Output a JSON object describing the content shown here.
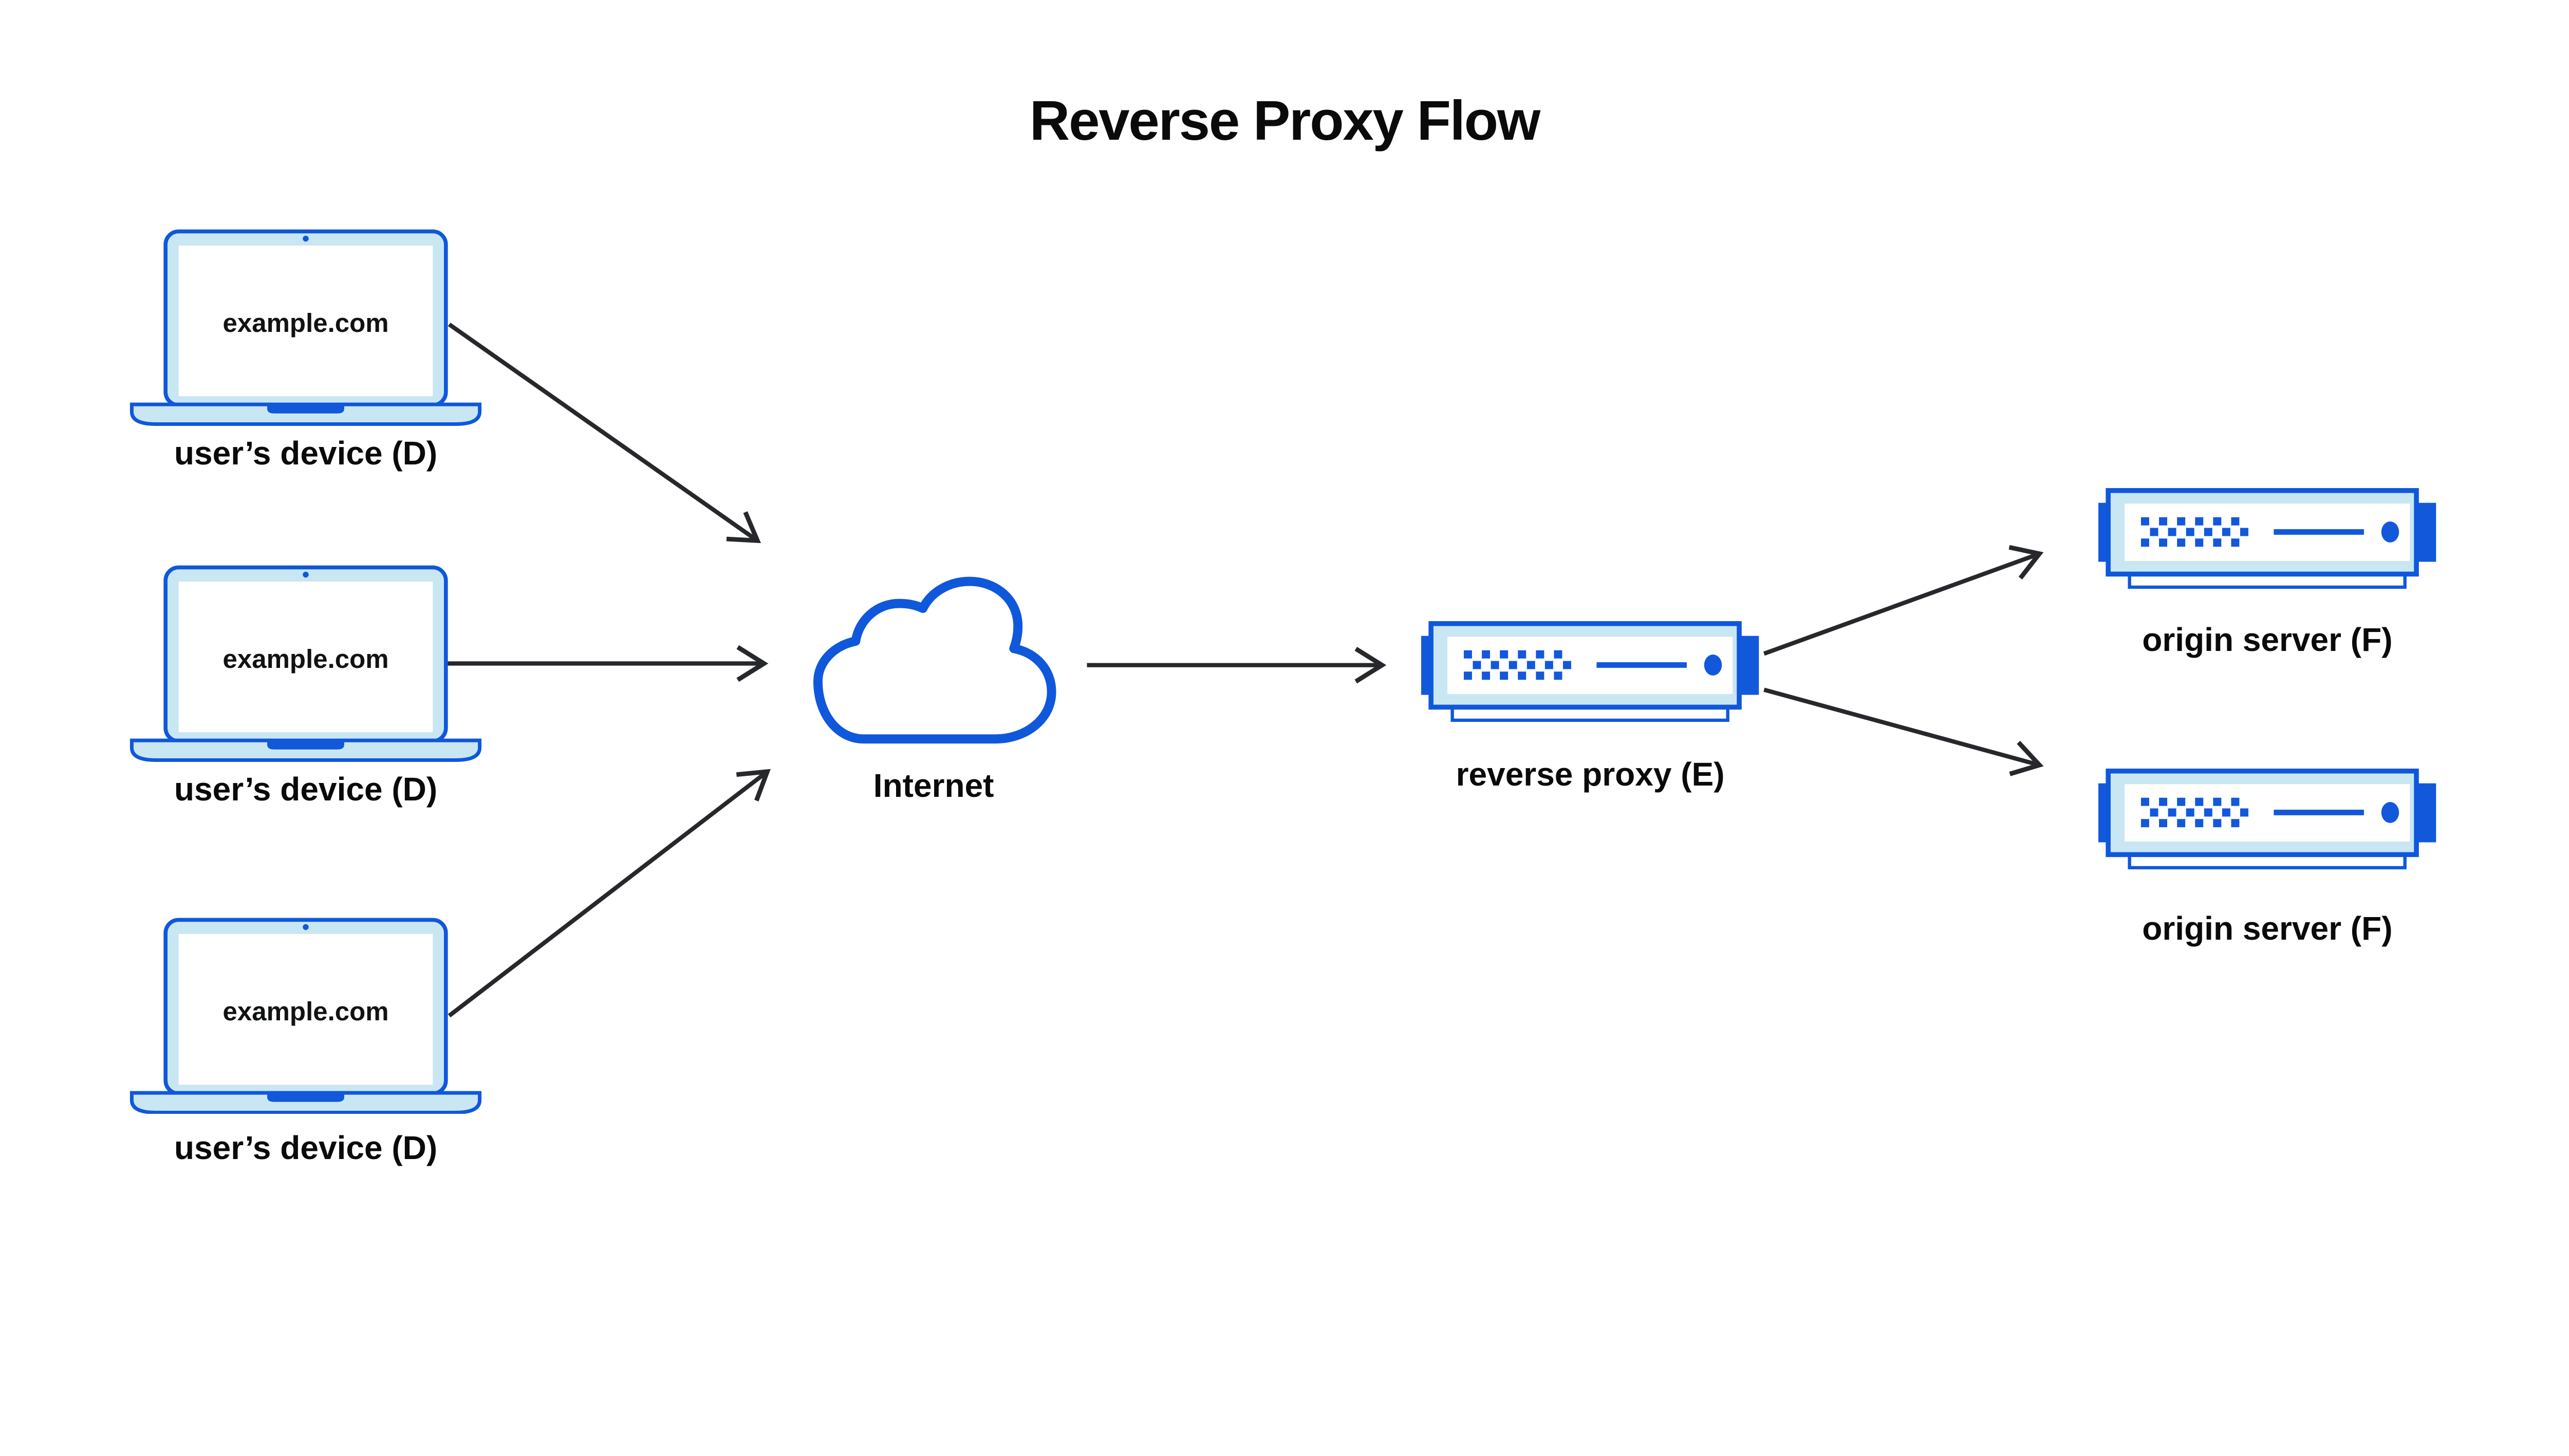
{
  "title": "Reverse Proxy Flow",
  "colors": {
    "stroke_blue": "#0f58dc",
    "fill_light_blue": "#c9e6f3",
    "accent_blue": "#1258db",
    "arrow_dark": "#26282b",
    "text_black": "#0a0a0b",
    "background": "#ffffff"
  },
  "devices": [
    {
      "screen_text": "example.com",
      "label": "user’s device (D)"
    },
    {
      "screen_text": "example.com",
      "label": "user’s device (D)"
    },
    {
      "screen_text": "example.com",
      "label": "user’s device (D)"
    }
  ],
  "internet": {
    "label": "Internet"
  },
  "reverse_proxy": {
    "label": "reverse proxy (E)"
  },
  "origin_servers": [
    {
      "label": "origin server (F)"
    },
    {
      "label": "origin server (F)"
    }
  ],
  "icons": {
    "laptop": "laptop-icon",
    "cloud": "cloud-icon",
    "server": "server-icon",
    "arrow": "arrow-right-icon"
  }
}
